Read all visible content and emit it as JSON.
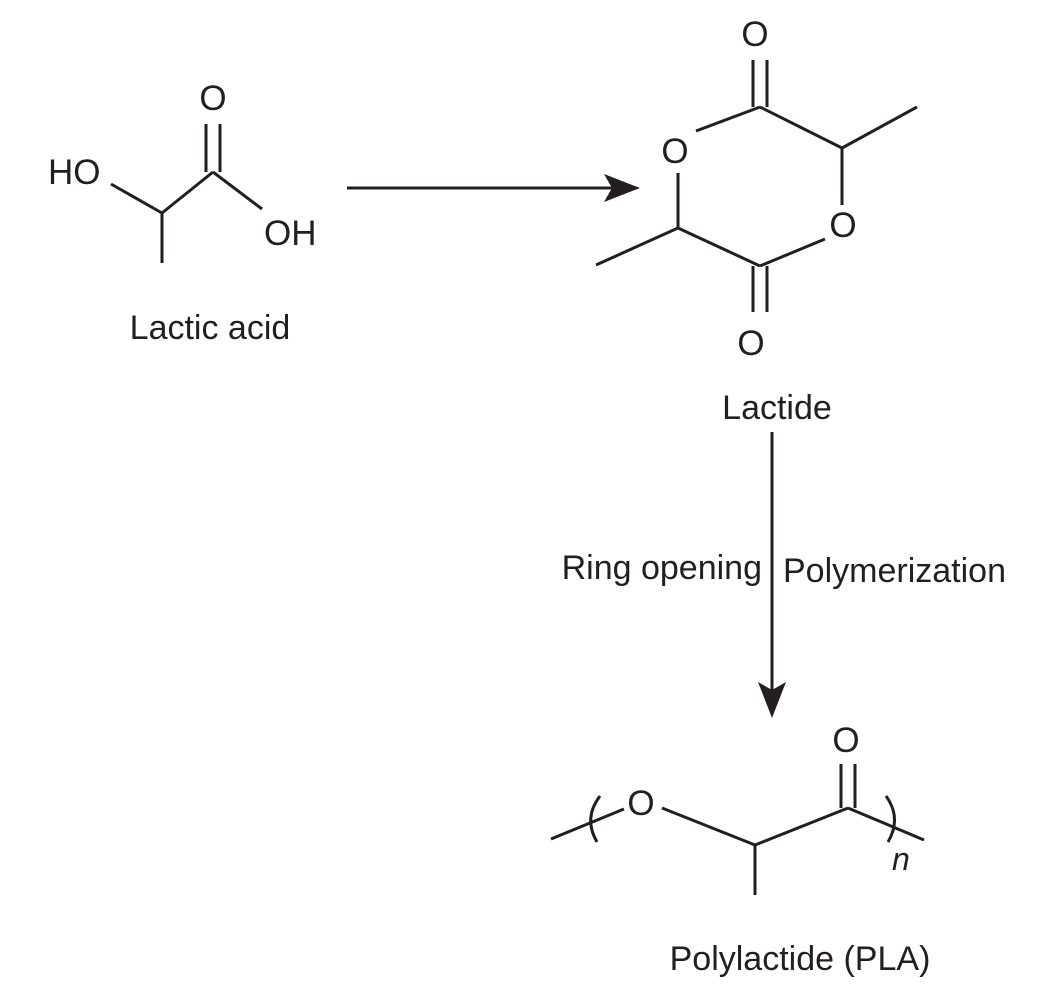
{
  "lactic_acid": {
    "name": "Lactic acid",
    "atoms": {
      "hydroxyl": "HO",
      "carbonyl_oxygen": "O",
      "acid_hydroxyl": "OH"
    }
  },
  "lactide": {
    "name": "Lactide",
    "atoms": {
      "top_carbonyl_oxygen": "O",
      "bottom_carbonyl_oxygen": "O",
      "ring_oxygen_upper": "O",
      "ring_oxygen_lower": "O"
    }
  },
  "polylactide": {
    "name": "Polylactide (PLA)",
    "atoms": {
      "backbone_oxygen": "O",
      "carbonyl_oxygen": "O"
    },
    "repeat_subscript": "n"
  },
  "arrows": {
    "condensation": {
      "direction": "right"
    },
    "polymerization": {
      "direction": "down",
      "label_left": "Ring opening",
      "label_right": "Polymerization"
    }
  },
  "colors": {
    "ink": "#231f20",
    "background": "#ffffff"
  }
}
